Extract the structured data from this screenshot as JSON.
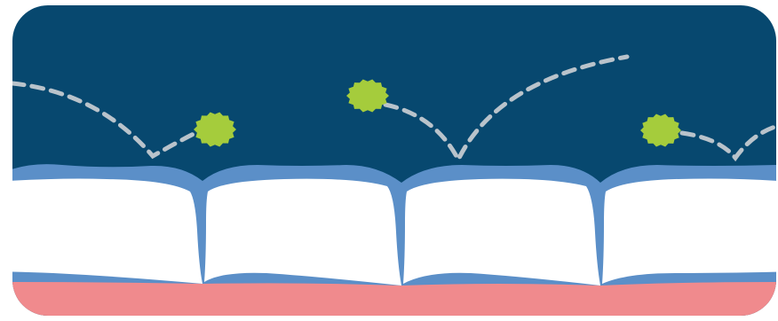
{
  "illustration": {
    "subject": "teeth-gumline-bacteria",
    "colors": {
      "background": "#07486f",
      "gum_line_blue": "#5b8fc8",
      "tooth": "#ffffff",
      "gum": "#f08a8d",
      "bacteria": "#a5cc3c",
      "trail": "#b9c3cb"
    },
    "tooth_count": 4,
    "bacteria_count": 3
  }
}
